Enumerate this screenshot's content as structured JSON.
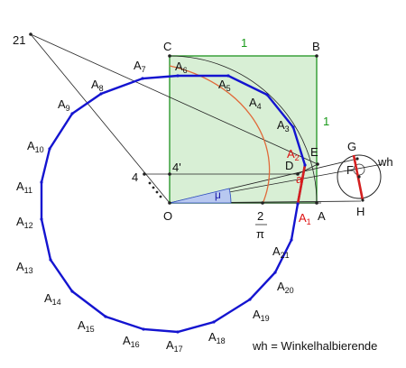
{
  "labels": {
    "point_21": "21",
    "point_C": "C",
    "point_B": "B",
    "side_top": "1",
    "side_right": "1",
    "point_4": "4",
    "point_4prime": "4'",
    "point_D": "D",
    "point_E": "E",
    "point_G": "G",
    "point_F": "F",
    "point_H": "H",
    "wh": "wh",
    "point_O": "O",
    "point_A": "A",
    "label_a": "a",
    "angle_mu": "μ",
    "frac_num": "2",
    "frac_den": "π",
    "legend": "wh = Winkelhalbierende"
  },
  "polygon_vertex_labels": [
    "A",
    "A",
    "A",
    "A",
    "A",
    "A",
    "A",
    "A",
    "A",
    "A",
    "A",
    "A",
    "A",
    "A",
    "A",
    "A",
    "A",
    "A",
    "A",
    "A",
    "A"
  ],
  "polygon_vertex_indices": [
    "1",
    "2",
    "3",
    "4",
    "5",
    "6",
    "7",
    "8",
    "9",
    "10",
    "11",
    "12",
    "13",
    "14",
    "15",
    "16",
    "17",
    "18",
    "19",
    "20",
    "21"
  ],
  "colors": {
    "polygon": "#1414d0",
    "square_fill": "#d8efd5",
    "square_stroke": "#2e9a2e",
    "red": "#d42020",
    "orange_arc": "#e06a3a",
    "angle_fill": "#b8c8f0"
  }
}
